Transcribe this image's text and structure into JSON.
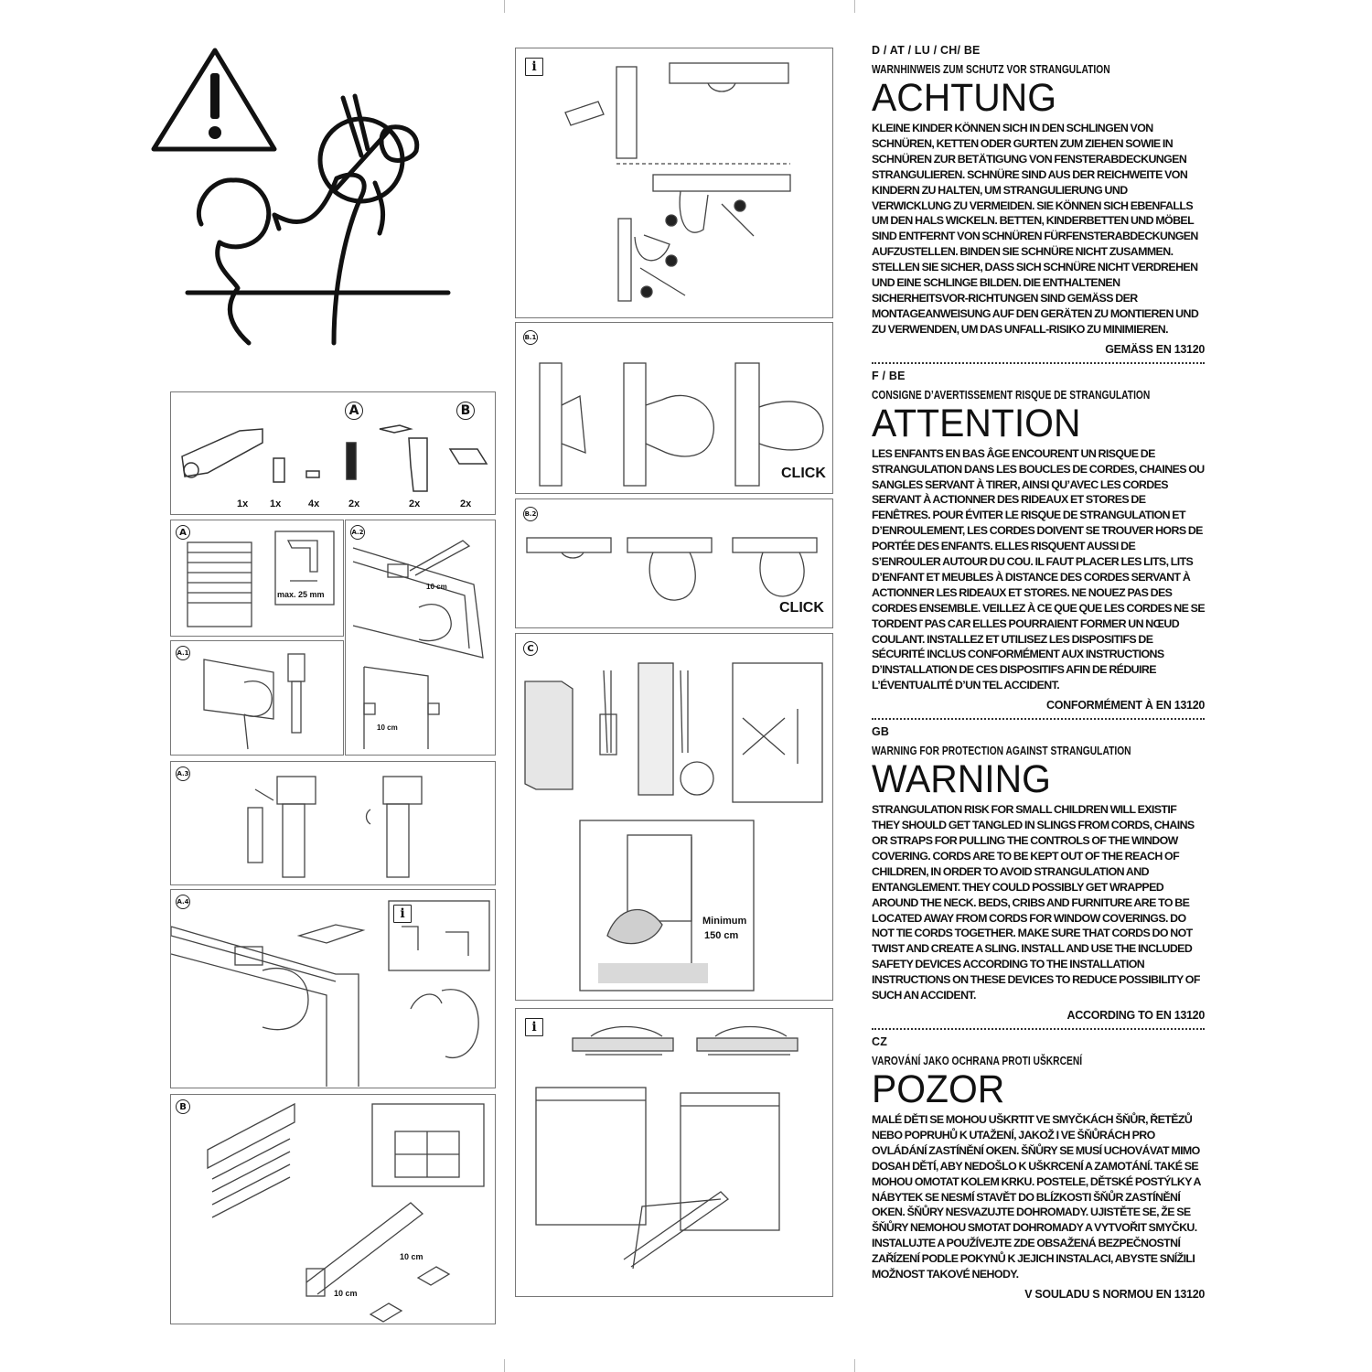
{
  "page": {
    "accent": "#111111",
    "panel_border": "#777777"
  },
  "counts": [
    "1x",
    "1x",
    "4x",
    "2x",
    "2x",
    "2x"
  ],
  "tags": {
    "A": "A",
    "B": "B",
    "A2": "A.2",
    "A1": "A.1",
    "A3": "A.3",
    "A4": "A.4",
    "B1": "B.1",
    "B2": "B.2",
    "C": "C",
    "info": "i"
  },
  "labels": {
    "max25": "max. 25 mm",
    "cm10": "10 cm",
    "click": "CLICK",
    "minimum": "Minimum",
    "min150": "150 cm"
  },
  "sections": [
    {
      "countries": "D / AT / LU / CH/ BE",
      "subtitle": "WARNHINWEIS ZUM SCHUTZ VOR STRANGULATION",
      "heading": "ACHTUNG",
      "body": "KLEINE KINDER KÖNNEN SICH IN DEN SCHLINGEN VON SCHNÜREN, KETTEN ODER GURTEN ZUM ZIEHEN SOWIE IN SCHNÜREN ZUR BETÄTIGUNG VON FENSTERABDECKUNGEN STRANGULIEREN. SCHNÜRE SIND AUS DER REICHWEITE VON KINDERN ZU HALTEN, UM STRANGULIERUNG UND VERWICKLUNG ZU VERMEIDEN. SIE KÖNNEN SICH EBENFALLS UM DEN HALS WICKELN. BETTEN, KINDERBETTEN UND MÖBEL SIND ENTFERNT VON SCHNÜREN FÜRFENSTERABDECKUNGEN AUFZUSTELLEN. BINDEN SIE SCHNÜRE NICHT ZUSAMMEN. STELLEN SIE SICHER, DASS SICH SCHNÜRE NICHT VERDREHEN UND EINE SCHLINGE BILDEN. DIE ENTHALTENEN SICHERHEITSVOR-RICHTUNGEN SIND GEMÄSS DER MONTAGEANWEISUNG AUF DEN GERÄTEN ZU MONTIEREN UND ZU VERWENDEN, UM DAS UNFALL-RISIKO ZU MINIMIEREN.",
      "standard": "GEMÄSS EN 13120"
    },
    {
      "countries": "F / BE",
      "subtitle": "CONSIGNE D’AVERTISSEMENT RISQUE DE STRANGULATION",
      "heading": "ATTENTION",
      "body": "LES ENFANTS EN BAS ÂGE ENCOURENT UN RISQUE DE STRANGULATION DANS LES BOUCLES DE CORDES, CHAINES OU SANGLES SERVANT À TIRER, AINSI QU’AVEC LES CORDES SERVANT À ACTIONNER DES RIDEAUX ET STORES DE FENÊTRES. POUR ÉVITER LE RISQUE DE STRANGULATION ET D’ENROULEMENT, LES CORDES DOIVENT SE TROUVER HORS DE PORTÉE DES ENFANTS. ELLES RISQUENT AUSSI DE S’ENROULER AUTOUR DU COU. IL FAUT PLACER LES LITS, LITS D’ENFANT ET MEUBLES À DISTANCE DES CORDES SERVANT À ACTIONNER LES RIDEAUX ET STORES. NE NOUEZ PAS DES CORDES ENSEMBLE. VEILLEZ À CE QUE QUE LES CORDES NE SE TORDENT PAS CAR ELLES POURRAIENT FORMER UN NŒUD COULANT. INSTALLEZ ET UTILISEZ LES DISPOSITIFS DE SÉCURITÉ INCLUS CONFORMÉMENT AUX INSTRUCTIONS D’INSTALLATION DE CES DISPOSITIFS AFIN DE RÉDUIRE L’ÉVENTUALITÉ D’UN TEL ACCIDENT.",
      "standard": "CONFORMÉMENT À EN 13120"
    },
    {
      "countries": "GB",
      "subtitle": "WARNING FOR PROTECTION AGAINST STRANGULATION",
      "heading": "WARNING",
      "body": "STRANGULATION RISK FOR SMALL CHILDREN WILL EXISTIF THEY SHOULD GET TANGLED IN SLINGS FROM CORDS, CHAINS OR STRAPS FOR PULLING THE CONTROLS OF THE WINDOW COVERING. CORDS ARE TO BE KEPT OUT OF THE REACH OF CHILDREN, IN ORDER TO AVOID STRANGULATION AND ENTANGLEMENT. THEY COULD POSSIBLY GET WRAPPED AROUND THE NECK. BEDS, CRIBS AND FURNITURE ARE TO BE LOCATED AWAY FROM CORDS FOR WINDOW COVERINGS. DO NOT TIE CORDS TOGETHER. MAKE SURE THAT CORDS DO NOT TWIST AND CREATE A SLING. INSTALL AND USE THE INCLUDED SAFETY DEVICES ACCORDING TO THE INSTALLATION INSTRUCTIONS ON THESE DEVICES TO REDUCE POSSIBILITY OF SUCH AN ACCIDENT.",
      "standard": "ACCORDING TO EN 13120"
    },
    {
      "countries": "CZ",
      "subtitle": "VAROVÁNÍ JAKO OCHRANA PROTI UŠKRCENÍ",
      "heading": "POZOR",
      "body": "MALÉ DĚTI SE MOHOU UŠKRTIT VE SMYČKÁCH ŠŇŮR, ŘETĚZŮ NEBO POPRUHŮ K UTAŽENÍ, JAKOŽ I VE ŠŇŮRÁCH PRO OVLÁDÁNÍ ZASTÍNĚNÍ OKEN. ŠŇŮRY SE MUSÍ UCHOVÁVAT MIMO DOSAH DĚTÍ, ABY NEDOŠLO K UŠKRCENÍ A ZAMOTÁNÍ. TAKÉ SE MOHOU OMOTAT KOLEM KRKU. POSTELE, DĚTSKÉ POSTÝLKY A NÁBYTEK SE NESMÍ STAVĚT DO BLÍZKOSTI ŠŇŮR ZASTÍNĚNÍ OKEN. ŠŇŮRY NESVAZUJTE DOHROMADY. UJISTĚTE SE, ŽE SE ŠŇŮRY NEMOHOU SMOTAT DOHROMADY A VYTVOŘIT SMYČKU. INSTALUJTE A POUŽÍVEJTE ZDE OBSAŽENÁ BEZPEČNOSTNÍ ZAŘÍZENÍ PODLE POKYNŮ K JEJICH INSTALACI, ABYSTE SNÍŽILI MOŽNOST TAKOVÉ NEHODY.",
      "standard": "V SOULADU S NORMOU EN 13120"
    }
  ]
}
